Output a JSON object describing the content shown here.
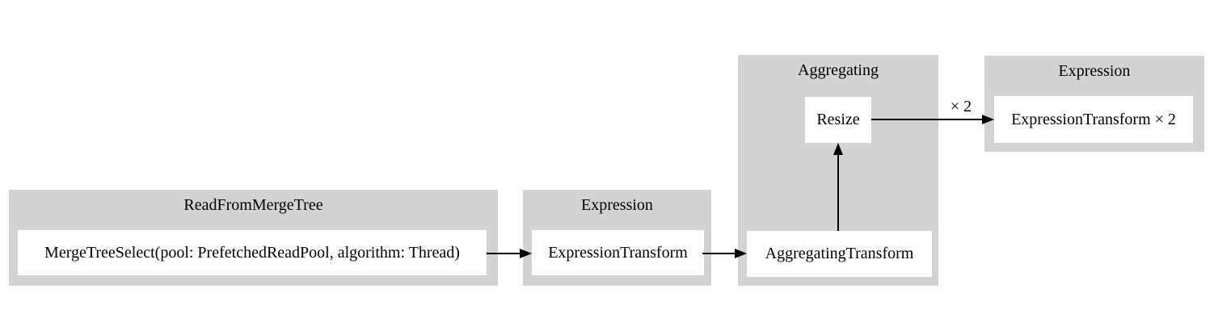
{
  "diagram": {
    "title": "query-pipeline-graph",
    "colors": {
      "canvas_bg": "#ffffff",
      "cluster_bg": "#d3d3d3",
      "node_bg": "#ffffff",
      "edge": "#000000",
      "text": "#000000"
    },
    "clusters": [
      {
        "label": "ReadFromMergeTree",
        "nodes": [
          {
            "label": "MergeTreeSelect(pool: PrefetchedReadPool, algorithm: Thread)"
          }
        ]
      },
      {
        "label": "Expression",
        "nodes": [
          {
            "label": "ExpressionTransform"
          }
        ]
      },
      {
        "label": "Aggregating",
        "nodes": [
          {
            "label": "Resize"
          },
          {
            "label": "AggregatingTransform"
          }
        ]
      },
      {
        "label": "Expression",
        "nodes": [
          {
            "label": "ExpressionTransform × 2"
          }
        ]
      }
    ],
    "edges": [
      {
        "from": "MergeTreeSelect(pool: PrefetchedReadPool, algorithm: Thread)",
        "to": "ExpressionTransform",
        "label": ""
      },
      {
        "from": "ExpressionTransform",
        "to": "AggregatingTransform",
        "label": ""
      },
      {
        "from": "AggregatingTransform",
        "to": "Resize",
        "label": ""
      },
      {
        "from": "Resize",
        "to": "ExpressionTransform × 2",
        "label": "× 2"
      }
    ]
  }
}
